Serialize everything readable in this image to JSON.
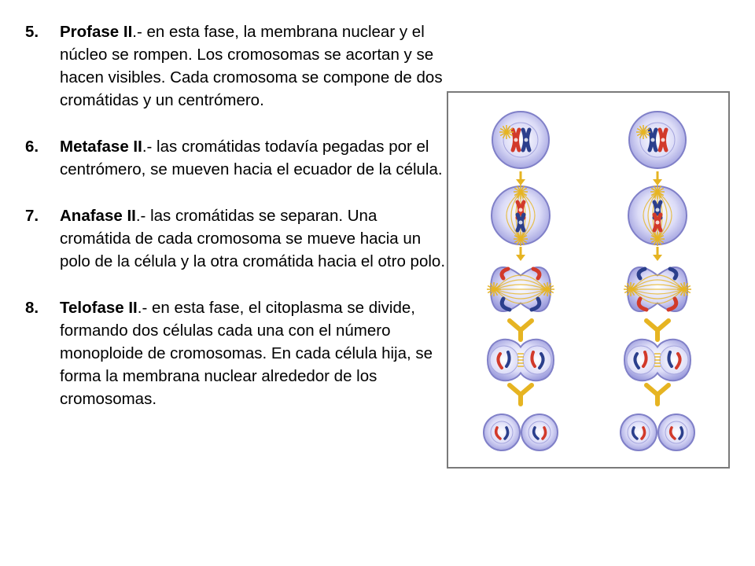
{
  "items": [
    {
      "number": "5.",
      "term": "Profase II",
      "text": ".- en esta fase, la membrana nuclear y el núcleo se rompen.  Los cromosomas se acortan y se hacen visibles.  Cada cromosoma se compone de dos cromátidas y un centrómero."
    },
    {
      "number": "6.",
      "term": "Metafase II",
      "text": ".- las cromátidas todavía pegadas por el centrómero, se mueven hacia el ecuador de la célula."
    },
    {
      "number": "7.",
      "term": "Anafase II",
      "text": ".- las cromátidas se separan.  Una cromátida de cada cromosoma se mueve hacia un polo de la célula y la otra cromátida hacia el otro polo."
    },
    {
      "number": "8.",
      "term": "Telofase II",
      "text": ".- en esta fase, el citoplasma se divide, formando dos células cada una con el número monoploide de cromosomas.  En cada célula hija, se forma la membrana nuclear alrededor de los cromosomas."
    }
  ],
  "colors": {
    "cell_fill": "#c9c9f2",
    "cell_edge": "#8080c8",
    "spindle": "#e6b422",
    "arrow": "#e6b422",
    "chromosome_red": "#d23a2a",
    "chromosome_blue": "#2b3f8c",
    "figure_border": "#7a7a7a"
  }
}
